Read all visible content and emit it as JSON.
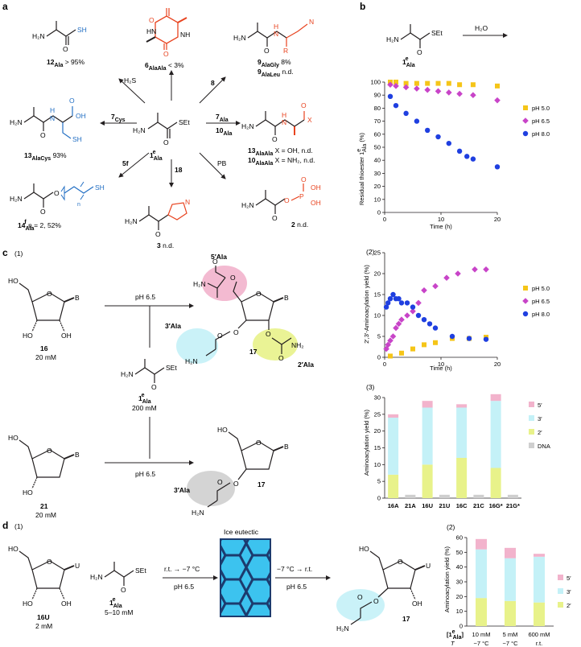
{
  "panels": {
    "a": "a",
    "b": "b",
    "c": "c",
    "d": "d"
  },
  "a": {
    "center": {
      "label": "1",
      "sub": "Ala",
      "sup": "e",
      "group": "SEt",
      "amine": "H₂N"
    },
    "cmpd12": {
      "label": "12",
      "sub": "Ala",
      "note": " > 95%",
      "group": "SH"
    },
    "cmpd6": {
      "label": "6",
      "sub": "AlaAla",
      "note": " < 3%",
      "nh1": "HN",
      "nh2": "NH",
      "o1": "O",
      "o2": "O"
    },
    "cmpd9": {
      "line1": "9",
      "sub1": "AlaGly",
      "note1": " 8%",
      "line2": "9",
      "sub2": "AlaLeu",
      "note2": " n.d.",
      "group": "N",
      "r": "R"
    },
    "cmpd13cys": {
      "label": "13",
      "sub": "AlaCys",
      "note": " 93%",
      "oh": "OH",
      "sh": "SH"
    },
    "cmpd13ala": {
      "line1": "13",
      "sub1": "AlaAla",
      "note1": " X = OH, n.d.",
      "line2": "10",
      "sub2": "AlaAla",
      "note2": " X = NH₂, n.d.",
      "x": "X"
    },
    "cmpd14": {
      "label": "14",
      "sub": "Ala",
      "sup": "f",
      "note": " n = 2, 52%",
      "sh": "SH",
      "n": "n"
    },
    "cmpd3": {
      "label": "3",
      "note": " n.d.",
      "n": "N"
    },
    "cmpd2": {
      "label": "2",
      "note": " n.d.",
      "oh1": "OH",
      "oh2": "OH",
      "p": "P"
    },
    "reagents": {
      "h2s": "H₂S",
      "r8": "8",
      "r7cys": "7",
      "r7cys_sub": "Cys",
      "r7ala": "7",
      "r7ala_sub": "Ala",
      "r10ala": "10",
      "r10ala_sub": "Ala",
      "r5f": "5f",
      "r18": "18",
      "pb": "PB"
    }
  },
  "b": {
    "scheme": {
      "group": "SEt",
      "reagent": "H₂O",
      "label": "1",
      "sub": "Ala",
      "sup": "e"
    },
    "xlabel": "Time (h)",
    "ylabel": "Residual thioester 1",
    "ylabel_sup": "e",
    "ylabel_sub": "Ala",
    "ylabel_unit": " (%)",
    "legend": [
      "pH 5.0",
      "pH 6.5",
      "pH 8.0"
    ]
  },
  "c": {
    "sub1": "(1)",
    "sub2": "(2)",
    "sub3": "(3)",
    "cmpd16": {
      "label": "16",
      "conc": "20 mM"
    },
    "cmpd21": {
      "label": "21",
      "conc": "20 mM"
    },
    "reagent": {
      "label": "1",
      "sub": "Ala",
      "sup": "e",
      "conc": "200 mM",
      "group": "SEt"
    },
    "ph1": "pH 6.5",
    "ph2": "pH 6.5",
    "product": "17",
    "tags": {
      "a5": "5′Ala",
      "a3": "3′Ala",
      "a2": "2′Ala",
      "a3b": "3′Ala"
    },
    "base": "B",
    "ylabel2": "2′,3′-Aminoacylation yield (%)",
    "xlabel2": "Time (h)",
    "ylabel3": "Aminoacylation yield (%)",
    "legend2": [
      "pH 5.0",
      "pH 6.5",
      "pH 8.0"
    ],
    "legend3": [
      "5′",
      "3′",
      "2′",
      "DNA"
    ]
  },
  "d": {
    "sub1": "(1)",
    "sub2": "(2)",
    "cmpd16u": {
      "label": "16U",
      "conc": "2 mM"
    },
    "reagent": {
      "label": "1",
      "sub": "Ala",
      "sup": "e",
      "conc": "5–10 mM",
      "group": "SEt"
    },
    "step1": "r.t. → −7 °C",
    "step1ph": "pH 6.5",
    "ice": "Ice eutectic",
    "step2": "−7 °C → r.t.",
    "step2ph": "pH 6.5",
    "product": "17",
    "base": "U",
    "ylabel": "Aminoacylation yield (%)",
    "legend": [
      "5′",
      "3′",
      "2′"
    ],
    "row1": "[1",
    "row1_sup": "e",
    "row1_sub": "Ala",
    "row1_end": "]",
    "row2": "T"
  },
  "chart_data": [
    {
      "type": "scatter",
      "xlabel": "Time (h)",
      "ylabel": "Residual thioester 1eAla (%)",
      "xlim": [
        0,
        20
      ],
      "ylim": [
        0,
        100
      ],
      "xticks": [
        0,
        10,
        20
      ],
      "yticks": [
        0,
        10,
        20,
        30,
        40,
        50,
        60,
        70,
        80,
        90,
        100
      ],
      "legend": "right",
      "series": [
        {
          "name": "pH 5.0",
          "color": "#f5c518",
          "marker": "square",
          "x": [
            1,
            2,
            3.8,
            5.7,
            7.6,
            9.5,
            11.4,
            13.3,
            15.7,
            20
          ],
          "y": [
            100,
            100,
            99,
            99,
            99,
            99,
            99,
            98,
            98,
            97
          ]
        },
        {
          "name": "pH 6.5",
          "color": "#c844c8",
          "marker": "diamond",
          "x": [
            1,
            2,
            3.8,
            5.7,
            7.6,
            9.5,
            11.4,
            13.3,
            15.7,
            20
          ],
          "y": [
            98,
            97,
            96,
            95,
            94,
            93,
            92,
            91,
            90,
            86
          ]
        },
        {
          "name": "pH 8.0",
          "color": "#1f3fe0",
          "marker": "circle",
          "x": [
            1,
            2,
            3.8,
            5.7,
            7.6,
            9.5,
            11.4,
            13.3,
            14.6,
            15.7,
            20
          ],
          "y": [
            89,
            82,
            76,
            70,
            63,
            58,
            53,
            47,
            43,
            41,
            35
          ]
        }
      ]
    },
    {
      "type": "scatter",
      "xlabel": "Time (h)",
      "ylabel": "2′,3′-Aminoacylation yield (%)",
      "xlim": [
        0,
        20
      ],
      "ylim": [
        0,
        25
      ],
      "xticks": [
        0,
        10,
        20
      ],
      "yticks": [
        0,
        5,
        10,
        15,
        20,
        25
      ],
      "legend": "right",
      "series": [
        {
          "name": "pH 5.0",
          "color": "#f5c518",
          "marker": "square",
          "x": [
            1,
            3,
            5,
            7,
            9,
            12,
            15,
            18
          ],
          "y": [
            0.3,
            1,
            2,
            3,
            3.5,
            4.5,
            4.5,
            4.8
          ]
        },
        {
          "name": "pH 6.5",
          "color": "#c844c8",
          "marker": "diamond",
          "x": [
            0.3,
            0.6,
            1,
            1.5,
            2,
            2.5,
            3,
            4,
            5,
            6,
            7,
            9,
            11,
            13,
            16,
            18
          ],
          "y": [
            2,
            3,
            4,
            5,
            7,
            8,
            9,
            10,
            11,
            13,
            16,
            17,
            19,
            20,
            21,
            21
          ]
        },
        {
          "name": "pH 8.0",
          "color": "#1f3fe0",
          "marker": "circle",
          "x": [
            0.3,
            0.6,
            1,
            1.5,
            2,
            2.5,
            3,
            4,
            5,
            6,
            7,
            8,
            9,
            12,
            15,
            18
          ],
          "y": [
            12,
            13,
            14,
            15,
            14,
            14,
            13,
            13,
            12,
            10,
            9,
            8,
            7,
            5,
            4.5,
            4.3
          ]
        }
      ]
    },
    {
      "type": "bar",
      "stacked": true,
      "ylabel": "Aminoacylation yield (%)",
      "ylim": [
        0,
        30
      ],
      "yticks": [
        0,
        5,
        10,
        15,
        20,
        25,
        30
      ],
      "legend": "right",
      "categories": [
        "16A",
        "21A",
        "16U",
        "21U",
        "16C",
        "21C",
        "16G*",
        "21G*"
      ],
      "series": [
        {
          "name": "2′",
          "color": "#e8f28a",
          "values": [
            7,
            0,
            10,
            0,
            12,
            0,
            9,
            0
          ]
        },
        {
          "name": "3′",
          "color": "#c4f1f7",
          "values": [
            17,
            0,
            17,
            0,
            15,
            0,
            20,
            0
          ]
        },
        {
          "name": "5′",
          "color": "#f2b3cc",
          "values": [
            1,
            0,
            2,
            0,
            1,
            0,
            2,
            0
          ]
        },
        {
          "name": "DNA",
          "color": "#cfcfcf",
          "values": [
            0,
            1,
            0,
            1,
            0,
            1,
            0,
            1
          ]
        }
      ]
    },
    {
      "type": "bar",
      "stacked": true,
      "ylabel": "Aminoacylation yield (%)",
      "ylim": [
        0,
        60
      ],
      "yticks": [
        0,
        10,
        20,
        30,
        40,
        50,
        60
      ],
      "legend": "right",
      "categories": [
        "10 mM|−7 °C",
        "5 mM|−7 °C",
        "600 mM|r.t."
      ],
      "series": [
        {
          "name": "2′",
          "color": "#e8f28a",
          "values": [
            19,
            17,
            16
          ]
        },
        {
          "name": "3′",
          "color": "#c4f1f7",
          "values": [
            33,
            29,
            31
          ]
        },
        {
          "name": "5′",
          "color": "#f2b3cc",
          "values": [
            7,
            7,
            2
          ]
        }
      ]
    }
  ]
}
